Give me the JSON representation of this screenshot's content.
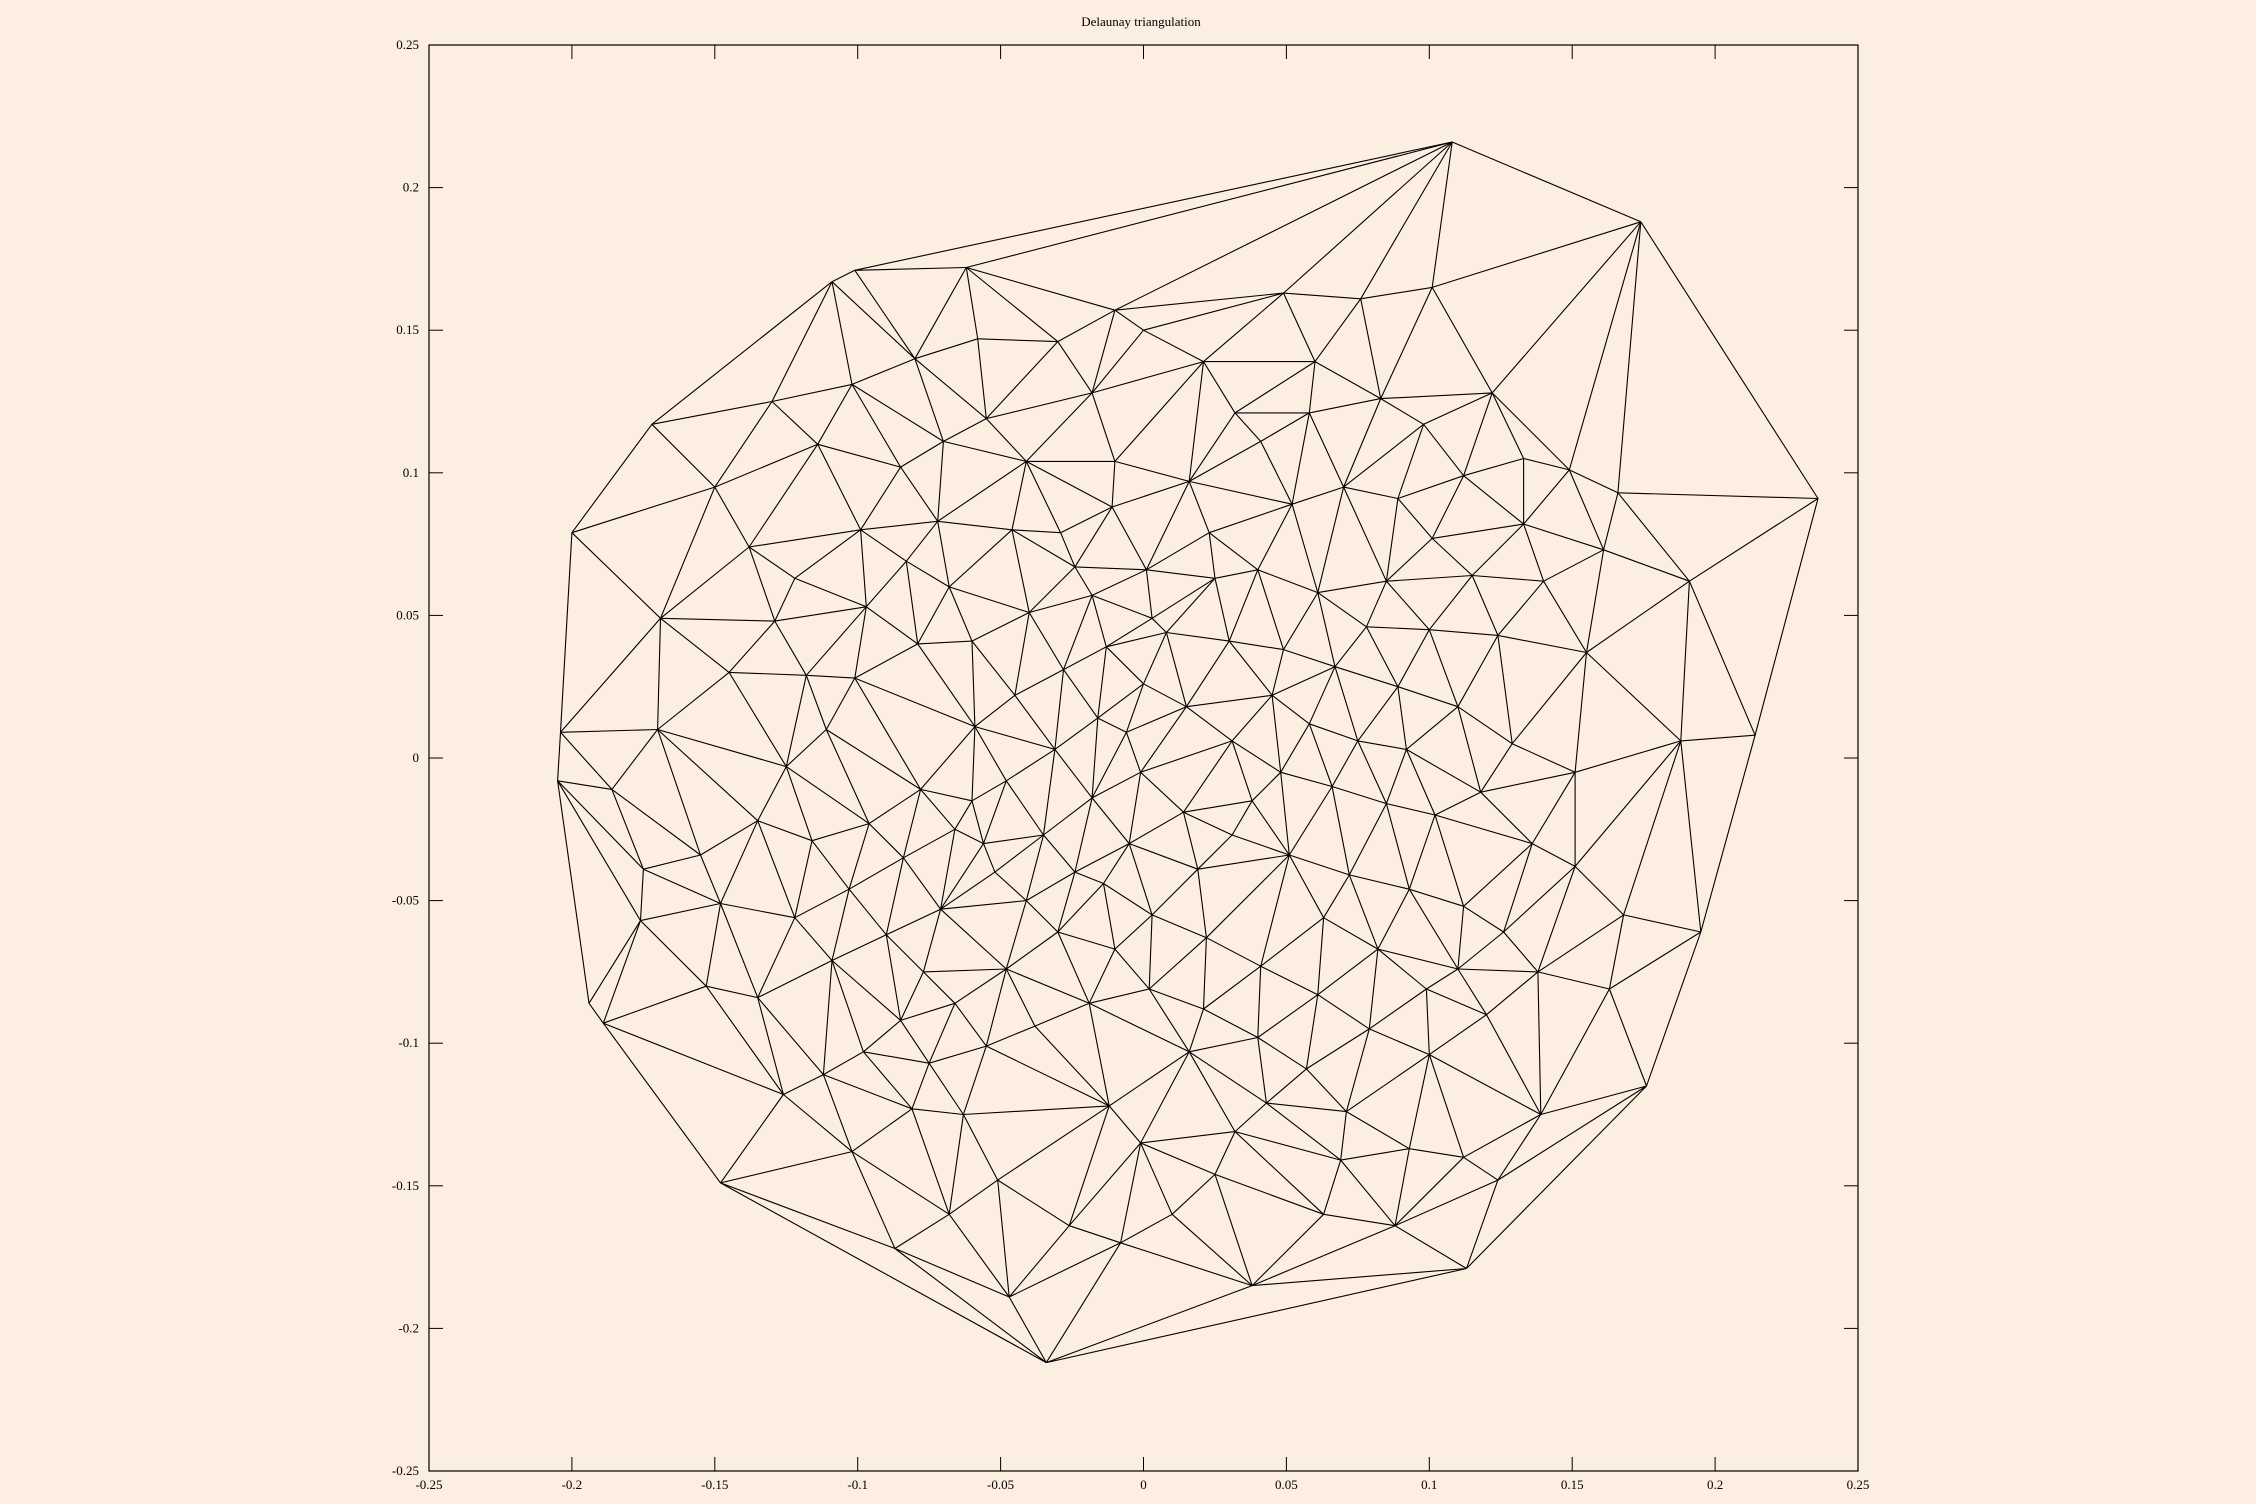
{
  "chart_data": {
    "type": "scatter",
    "title": "Delaunay triangulation",
    "xlabel": "",
    "ylabel": "",
    "xlim": [
      -0.25,
      0.25
    ],
    "ylim": [
      -0.25,
      0.25
    ],
    "xticks": [
      -0.25,
      -0.2,
      -0.15,
      -0.1,
      -0.05,
      0,
      0.05,
      0.1,
      0.15,
      0.2,
      0.25
    ],
    "xtick_labels": [
      "-0.25",
      "-0.2",
      "-0.15",
      "-0.1",
      "-0.05",
      "0",
      "0.05",
      "0.1",
      "0.15",
      "0.2",
      "0.25"
    ],
    "yticks": [
      0.25,
      0.2,
      0.15,
      0.1,
      0.05,
      0,
      -0.05,
      -0.1,
      -0.15,
      -0.2,
      -0.25
    ],
    "ytick_labels": [
      "0.25",
      "0.2",
      "0.15",
      "0.1",
      "0.05",
      "0",
      "-0.05",
      "-0.1",
      "-0.15",
      "-0.2",
      "-0.25"
    ],
    "grid": false,
    "legend": "none",
    "line_color": "#000000",
    "background": "#fdeee2",
    "hull_points": [
      [
        0.108,
        0.216
      ],
      [
        0.174,
        0.188
      ],
      [
        0.236,
        0.091
      ],
      [
        0.214,
        0.008
      ],
      [
        0.195,
        -0.061
      ],
      [
        0.176,
        -0.115
      ],
      [
        0.113,
        -0.179
      ],
      [
        0.038,
        -0.185
      ],
      [
        -0.034,
        -0.212
      ],
      [
        -0.087,
        -0.172
      ],
      [
        -0.148,
        -0.149
      ],
      [
        -0.189,
        -0.093
      ],
      [
        -0.194,
        -0.086
      ],
      [
        -0.205,
        -0.008
      ],
      [
        -0.204,
        0.009
      ],
      [
        -0.2,
        0.079
      ],
      [
        -0.172,
        0.117
      ],
      [
        -0.109,
        0.167
      ],
      [
        -0.101,
        0.171
      ],
      [
        -0.062,
        0.172
      ]
    ],
    "interior_points": [
      [
        0.049,
        0.163
      ],
      [
        0.076,
        0.161
      ],
      [
        0.101,
        0.165
      ],
      [
        0.122,
        0.128
      ],
      [
        0.149,
        0.101
      ],
      [
        0.166,
        0.093
      ],
      [
        0.161,
        0.073
      ],
      [
        0.191,
        0.062
      ],
      [
        0.14,
        0.062
      ],
      [
        0.155,
        0.037
      ],
      [
        0.188,
        0.006
      ],
      [
        0.151,
        -0.005
      ],
      [
        0.136,
        -0.03
      ],
      [
        0.151,
        -0.038
      ],
      [
        0.168,
        -0.055
      ],
      [
        0.163,
        -0.081
      ],
      [
        0.138,
        -0.075
      ],
      [
        0.11,
        -0.074
      ],
      [
        0.139,
        -0.125
      ],
      [
        0.124,
        -0.148
      ],
      [
        0.112,
        -0.14
      ],
      [
        0.063,
        -0.16
      ],
      [
        0.093,
        -0.137
      ],
      [
        0.071,
        -0.124
      ],
      [
        0.032,
        -0.131
      ],
      [
        0.016,
        -0.103
      ],
      [
        -0.001,
        -0.135
      ],
      [
        -0.012,
        -0.122
      ],
      [
        -0.047,
        -0.189
      ],
      [
        -0.051,
        -0.148
      ],
      [
        -0.063,
        -0.125
      ],
      [
        -0.081,
        -0.123
      ],
      [
        -0.112,
        -0.111
      ],
      [
        -0.135,
        -0.084
      ],
      [
        -0.153,
        -0.08
      ],
      [
        -0.176,
        -0.057
      ],
      [
        -0.175,
        -0.039
      ],
      [
        -0.148,
        -0.051
      ],
      [
        -0.155,
        -0.034
      ],
      [
        -0.186,
        -0.011
      ],
      [
        -0.17,
        0.01
      ],
      [
        -0.145,
        0.03
      ],
      [
        -0.169,
        0.049
      ],
      [
        -0.138,
        0.074
      ],
      [
        -0.15,
        0.095
      ],
      [
        -0.13,
        0.125
      ],
      [
        -0.102,
        0.131
      ],
      [
        -0.08,
        0.14
      ],
      [
        -0.058,
        0.147
      ],
      [
        -0.03,
        0.146
      ],
      [
        -0.01,
        0.157
      ],
      [
        0.0,
        0.15
      ],
      [
        0.021,
        0.139
      ],
      [
        -0.018,
        0.128
      ],
      [
        -0.041,
        0.104
      ],
      [
        -0.085,
        0.102
      ],
      [
        -0.114,
        0.11
      ],
      [
        -0.099,
        0.08
      ],
      [
        -0.122,
        0.063
      ],
      [
        -0.129,
        0.048
      ],
      [
        -0.118,
        0.029
      ],
      [
        -0.097,
        0.053
      ],
      [
        -0.083,
        0.069
      ],
      [
        -0.072,
        0.083
      ],
      [
        -0.068,
        0.06
      ],
      [
        -0.046,
        0.08
      ],
      [
        -0.029,
        0.079
      ],
      [
        -0.011,
        0.088
      ],
      [
        0.016,
        0.097
      ],
      [
        0.041,
        0.111
      ],
      [
        0.058,
        0.121
      ],
      [
        0.083,
        0.126
      ],
      [
        0.098,
        0.117
      ],
      [
        0.112,
        0.099
      ],
      [
        0.101,
        0.077
      ],
      [
        0.085,
        0.062
      ],
      [
        0.115,
        0.064
      ],
      [
        0.124,
        0.043
      ],
      [
        0.1,
        0.045
      ],
      [
        0.078,
        0.046
      ],
      [
        0.061,
        0.058
      ],
      [
        0.04,
        0.066
      ],
      [
        0.025,
        0.063
      ],
      [
        0.001,
        0.066
      ],
      [
        -0.018,
        0.057
      ],
      [
        -0.04,
        0.051
      ],
      [
        -0.06,
        0.041
      ],
      [
        -0.079,
        0.04
      ],
      [
        -0.101,
        0.028
      ],
      [
        -0.111,
        0.01
      ],
      [
        -0.125,
        -0.003
      ],
      [
        -0.135,
        -0.022
      ],
      [
        -0.116,
        -0.029
      ],
      [
        -0.096,
        -0.023
      ],
      [
        -0.078,
        -0.011
      ],
      [
        -0.059,
        0.011
      ],
      [
        -0.045,
        0.022
      ],
      [
        -0.028,
        0.031
      ],
      [
        -0.013,
        0.039
      ],
      [
        0.008,
        0.044
      ],
      [
        0.03,
        0.041
      ],
      [
        0.049,
        0.038
      ],
      [
        0.067,
        0.032
      ],
      [
        0.089,
        0.025
      ],
      [
        0.11,
        0.018
      ],
      [
        0.129,
        0.005
      ],
      [
        0.118,
        -0.012
      ],
      [
        0.102,
        -0.02
      ],
      [
        0.085,
        -0.016
      ],
      [
        0.066,
        -0.01
      ],
      [
        0.048,
        -0.005
      ],
      [
        0.031,
        0.006
      ],
      [
        0.015,
        0.018
      ],
      [
        0.0,
        0.026
      ],
      [
        -0.016,
        0.014
      ],
      [
        -0.031,
        0.003
      ],
      [
        -0.048,
        -0.008
      ],
      [
        -0.066,
        -0.025
      ],
      [
        -0.084,
        -0.035
      ],
      [
        -0.103,
        -0.046
      ],
      [
        -0.122,
        -0.056
      ],
      [
        -0.109,
        -0.071
      ],
      [
        -0.09,
        -0.062
      ],
      [
        -0.071,
        -0.053
      ],
      [
        -0.052,
        -0.04
      ],
      [
        -0.035,
        -0.027
      ],
      [
        -0.018,
        -0.014
      ],
      [
        -0.001,
        -0.005
      ],
      [
        0.014,
        -0.019
      ],
      [
        0.031,
        -0.027
      ],
      [
        0.051,
        -0.034
      ],
      [
        0.072,
        -0.041
      ],
      [
        0.093,
        -0.046
      ],
      [
        0.112,
        -0.052
      ],
      [
        0.126,
        -0.061
      ],
      [
        0.12,
        -0.09
      ],
      [
        0.1,
        -0.104
      ],
      [
        0.079,
        -0.095
      ],
      [
        0.061,
        -0.083
      ],
      [
        0.041,
        -0.073
      ],
      [
        0.022,
        -0.063
      ],
      [
        0.003,
        -0.055
      ],
      [
        -0.014,
        -0.044
      ],
      [
        -0.03,
        -0.061
      ],
      [
        -0.048,
        -0.074
      ],
      [
        -0.066,
        -0.086
      ],
      [
        -0.085,
        -0.092
      ],
      [
        -0.098,
        -0.103
      ],
      [
        -0.075,
        -0.107
      ],
      [
        -0.055,
        -0.101
      ],
      [
        -0.038,
        -0.094
      ],
      [
        -0.019,
        -0.086
      ],
      [
        0.002,
        -0.081
      ],
      [
        0.021,
        -0.088
      ],
      [
        0.04,
        -0.098
      ],
      [
        0.057,
        -0.109
      ],
      [
        0.043,
        -0.121
      ],
      [
        0.025,
        -0.146
      ],
      [
        0.01,
        -0.16
      ],
      [
        -0.008,
        -0.17
      ],
      [
        -0.026,
        -0.164
      ],
      [
        -0.068,
        -0.16
      ],
      [
        -0.102,
        -0.138
      ],
      [
        -0.126,
        -0.118
      ],
      [
        0.088,
        -0.164
      ],
      [
        0.069,
        -0.141
      ],
      [
        -0.06,
        -0.015
      ],
      [
        -0.006,
        0.009
      ],
      [
        0.058,
        0.012
      ],
      [
        0.075,
        0.006
      ],
      [
        0.092,
        0.003
      ],
      [
        0.038,
        -0.015
      ],
      [
        0.019,
        -0.039
      ],
      [
        -0.005,
        -0.03
      ],
      [
        -0.024,
        -0.04
      ],
      [
        -0.041,
        -0.05
      ],
      [
        0.023,
        0.079
      ],
      [
        0.052,
        0.089
      ],
      [
        0.07,
        0.095
      ],
      [
        0.089,
        0.091
      ],
      [
        -0.01,
        0.104
      ],
      [
        -0.055,
        0.119
      ],
      [
        -0.07,
        0.111
      ],
      [
        -0.024,
        0.067
      ],
      [
        0.003,
        0.049
      ],
      [
        0.045,
        0.022
      ],
      [
        0.063,
        -0.056
      ],
      [
        0.082,
        -0.067
      ],
      [
        0.099,
        -0.081
      ],
      [
        -0.01,
        -0.067
      ],
      [
        -0.056,
        -0.03
      ],
      [
        -0.077,
        -0.075
      ],
      [
        0.032,
        0.121
      ],
      [
        0.06,
        0.139
      ],
      [
        0.133,
        0.082
      ],
      [
        0.133,
        0.105
      ]
    ]
  }
}
